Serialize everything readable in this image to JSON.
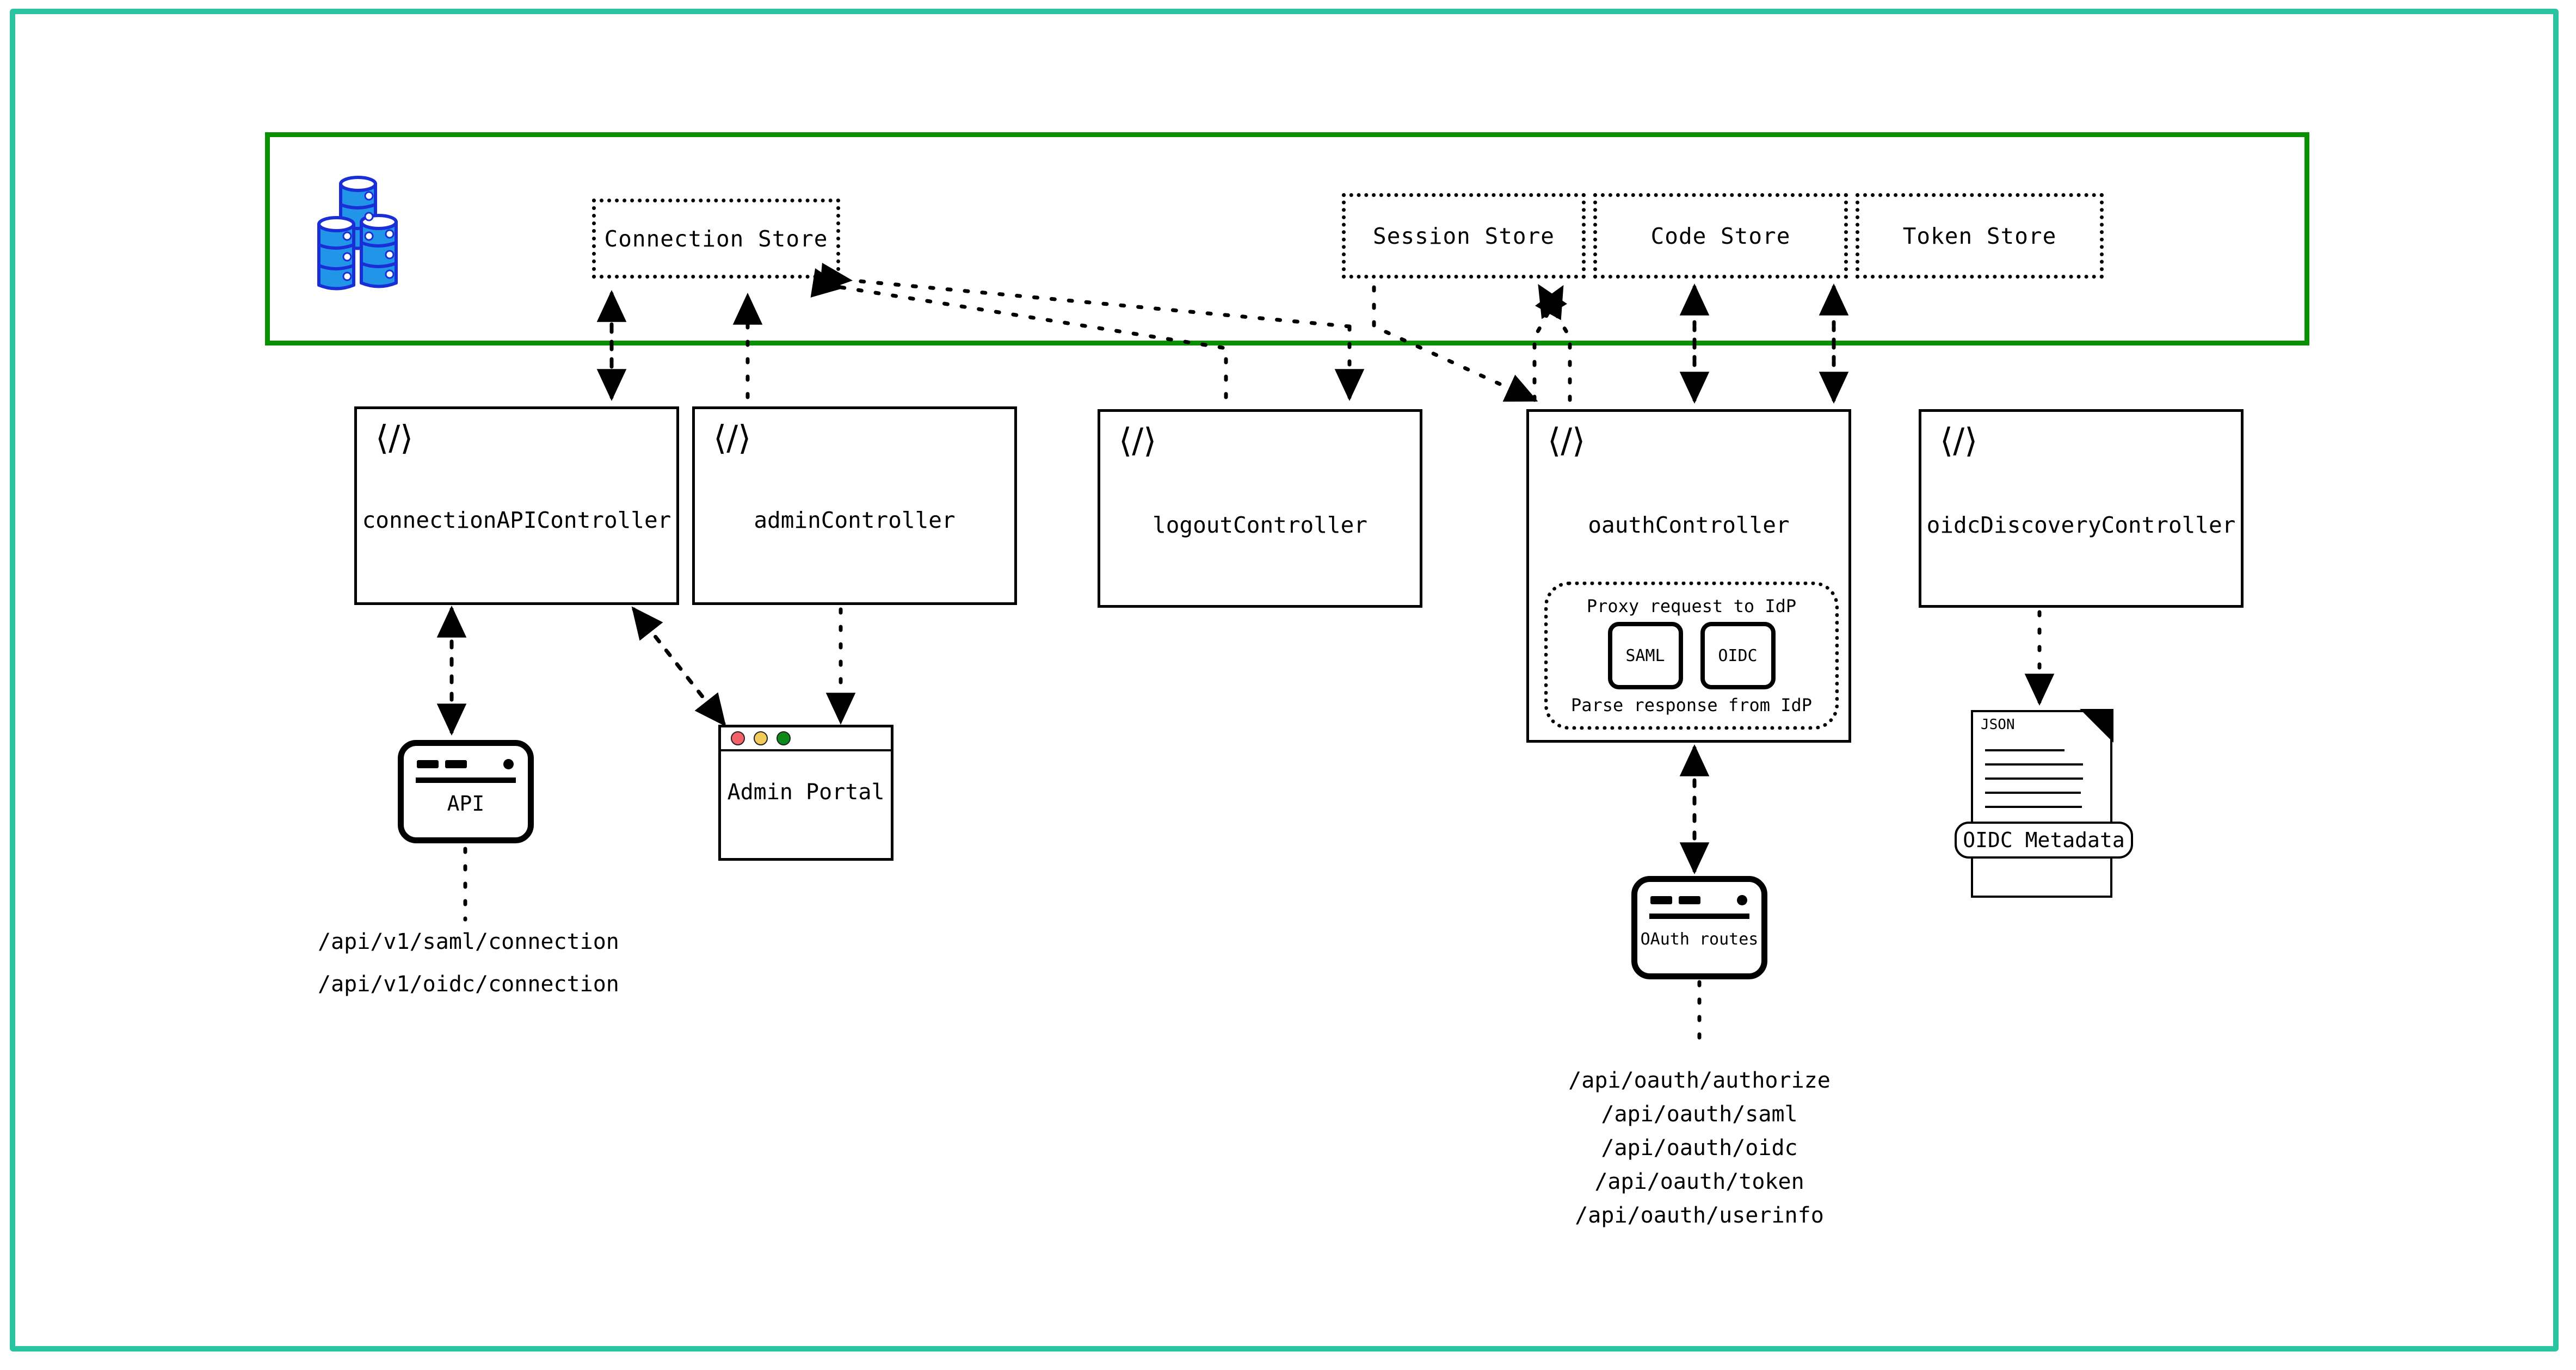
{
  "frame": {
    "outer_border_color": "#2BC4A0",
    "band_border_color": "#089000"
  },
  "storage_band": {
    "database_icon": "database-cylinders-icon",
    "stores": [
      {
        "id": "connection-store",
        "label": "Connection Store"
      },
      {
        "id": "session-store",
        "label": "Session Store"
      },
      {
        "id": "code-store",
        "label": "Code Store"
      },
      {
        "id": "token-store",
        "label": "Token Store"
      }
    ]
  },
  "controllers": [
    {
      "id": "connection-api-controller",
      "label": "connectionAPIController",
      "icon": "code-icon"
    },
    {
      "id": "admin-controller",
      "label": "adminController",
      "icon": "code-icon"
    },
    {
      "id": "logout-controller",
      "label": "logoutController",
      "icon": "code-icon"
    },
    {
      "id": "oauth-controller",
      "label": "oauthController",
      "icon": "code-icon"
    },
    {
      "id": "oidc-discovery-controller",
      "label": "oidcDiscoveryController",
      "icon": "code-icon"
    }
  ],
  "idp_group": {
    "caption_top": "Proxy request to IdP",
    "caption_bottom": "Parse response from IdP",
    "protocols": [
      {
        "id": "saml-box",
        "label": "SAML"
      },
      {
        "id": "oidc-box",
        "label": "OIDC"
      }
    ]
  },
  "clients": {
    "api_window": {
      "label": "API"
    },
    "admin_portal": {
      "label": "Admin Portal",
      "traffic_lights": [
        {
          "name": "close-dot",
          "color": "#F4616B"
        },
        {
          "name": "minimize-dot",
          "color": "#F2CB5B"
        },
        {
          "name": "maximize-dot",
          "color": "#0E8A16"
        }
      ]
    },
    "oauth_routes_window": {
      "label": "OAuth routes"
    },
    "oidc_metadata_doc": {
      "file_type": "JSON",
      "label": "OIDC Metadata",
      "line_count": 5
    }
  },
  "endpoints": {
    "connection_api": [
      "/api/v1/saml/connection",
      "/api/v1/oidc/connection"
    ],
    "oauth": [
      "/api/oauth/authorize",
      "/api/oauth/saml",
      "/api/oauth/oidc",
      "/api/oauth/token",
      "/api/oauth/userinfo"
    ]
  }
}
